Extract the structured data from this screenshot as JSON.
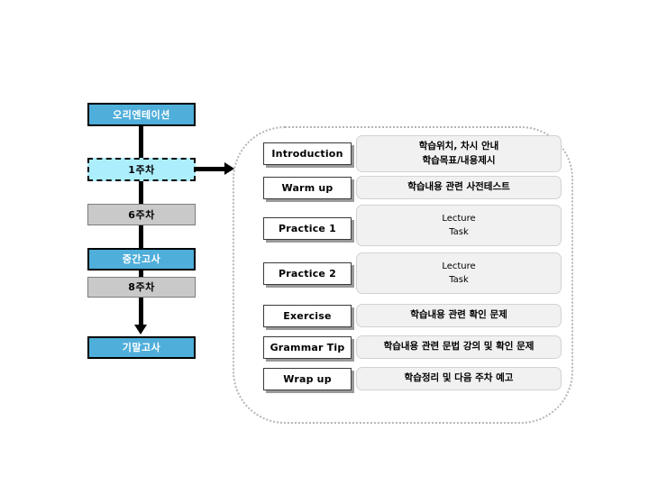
{
  "diagram": {
    "title": "course-structure-flow",
    "colors": {
      "exam_box": "#4FAEDA",
      "week_box": "#C9C9C9",
      "active_week_box": "#ADEEFC",
      "desc_box": "#F1F1F1",
      "group_border": "#B5B5B5",
      "connector": "#000000"
    }
  },
  "flow": {
    "items": [
      {
        "label": "오리엔테이션",
        "type": "exam"
      },
      {
        "label": "1주차",
        "type": "active"
      },
      {
        "label": "6주차",
        "type": "week"
      },
      {
        "label": "중간고사",
        "type": "exam"
      },
      {
        "label": "8주차",
        "type": "week"
      },
      {
        "label": "기말고사",
        "type": "exam"
      }
    ]
  },
  "modules": [
    {
      "name": "Introduction",
      "desc": "학습위치, 차시 안내\n학습목표/내용제시",
      "desc_latin": false
    },
    {
      "name": "Warm up",
      "desc": "학습내용 관련 사전테스트",
      "desc_latin": false
    },
    {
      "name": "Practice 1",
      "desc": "Lecture\nTask",
      "desc_latin": true
    },
    {
      "name": "Practice 2",
      "desc": "Lecture\nTask",
      "desc_latin": true
    },
    {
      "name": "Exercise",
      "desc": "학습내용 관련 확인 문제",
      "desc_latin": false
    },
    {
      "name": "Grammar Tip",
      "desc": "학습내용 관련 문법 강의 및 확인 문제",
      "desc_latin": false
    },
    {
      "name": "Wrap up",
      "desc": "학습정리 및 다음 주차 예고",
      "desc_latin": false
    }
  ]
}
